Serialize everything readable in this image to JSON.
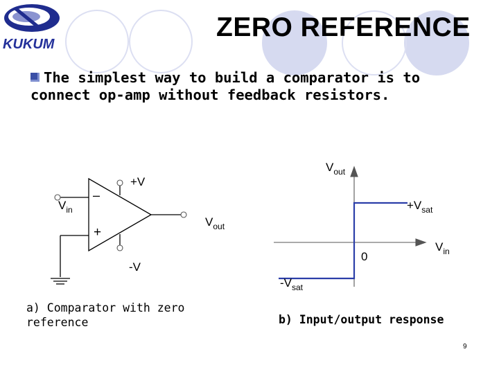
{
  "slide": {
    "title": "ZERO REFERENCE",
    "bullet_text": "The simplest way to build a comparator is to connect op-amp without feedback resistors.",
    "logo_text": "KUKUM",
    "page_number": "9"
  },
  "circuit": {
    "supply_positive": "+V",
    "supply_negative": "-V",
    "input_label": {
      "main": "V",
      "sub": "in"
    },
    "output_label": {
      "main": "V",
      "sub": "out"
    },
    "inverting_sign": "–",
    "noninverting_sign": "+",
    "caption": "a) Comparator with zero reference"
  },
  "response_graph": {
    "y_axis_label": {
      "main": "V",
      "sub": "out"
    },
    "x_axis_label": {
      "main": "V",
      "sub": "in"
    },
    "origin_label": "0",
    "positive_sat_label": {
      "main": "+V",
      "sub": "sat"
    },
    "negative_sat_label": {
      "main": "-V",
      "sub": "sat"
    },
    "caption": "b) Input/output response",
    "trace_color": "#2b3ea8"
  },
  "colors": {
    "decor_circle": "#dcdff2",
    "logo_blue": "#23309a",
    "bullet_blue": "#3a4fa6"
  }
}
